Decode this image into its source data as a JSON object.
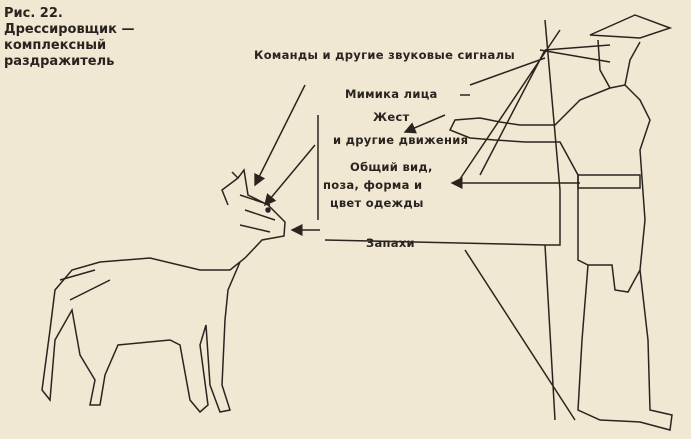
{
  "figure": {
    "number": "Рис. 22.",
    "title_line1": "Дрессировщик —",
    "title_line2": "комплексный",
    "title_line3": "раздражитель"
  },
  "labels": {
    "sounds": "Команды и другие звуковые сигналы",
    "face": "Мимика лица",
    "gesture": "Жест",
    "movements": "и другие движения",
    "appearance_1": "Общий вид,",
    "appearance_2": "поза, форма и",
    "appearance_3": "цвет одежды",
    "smells": "Запахи"
  },
  "colors": {
    "paper": "#f0e8d2",
    "ink": "#2a2420"
  }
}
